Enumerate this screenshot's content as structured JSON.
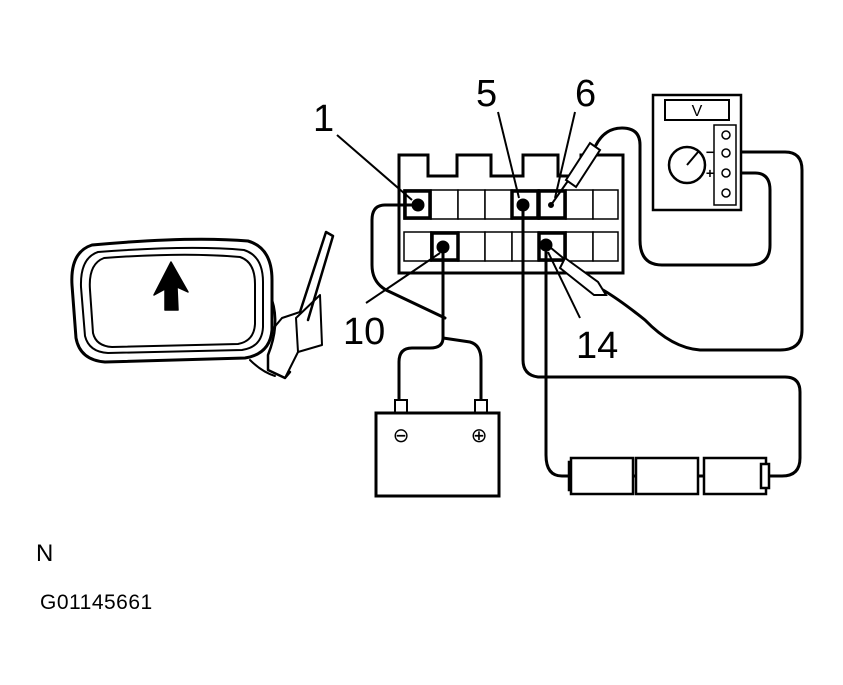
{
  "pin_labels": {
    "pin_1": "1",
    "pin_5": "5",
    "pin_6": "6",
    "pin_10": "10",
    "pin_14": "14"
  },
  "voltmeter": {
    "display": "V",
    "negative": "−",
    "positive": "+"
  },
  "battery": {
    "negative": "⊖",
    "positive": "⊕"
  },
  "footer": {
    "view_code": "N",
    "figure_code": "G01145661"
  }
}
